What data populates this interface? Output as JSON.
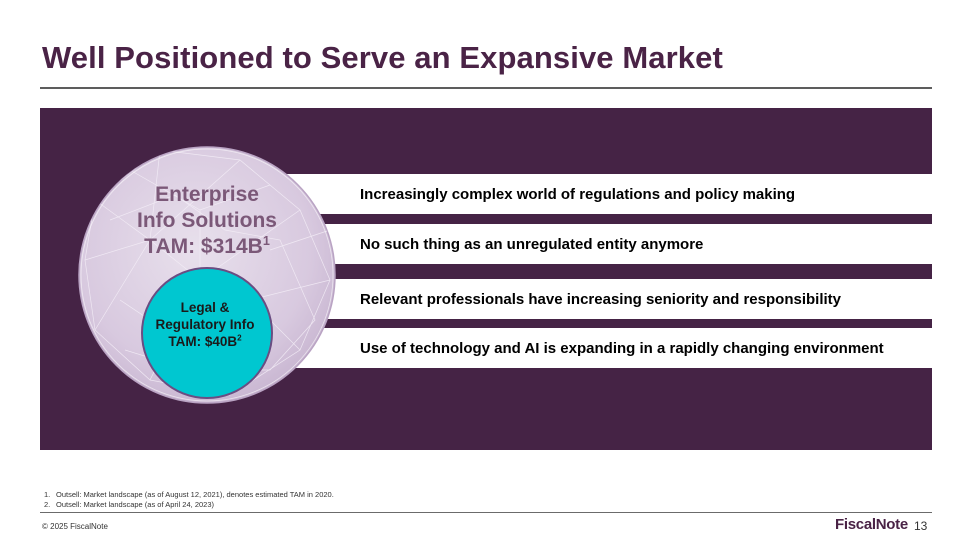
{
  "slide": {
    "title": "Well Positioned to Serve an Expansive Market",
    "page_number": "13"
  },
  "market": {
    "enterprise": {
      "line1": "Enterprise",
      "line2": "Info Solutions",
      "line3": "TAM: $314B",
      "footnote_ref": "1"
    },
    "legal": {
      "line1": "Legal &",
      "line2": "Regulatory Info",
      "line3": "TAM: $40B",
      "footnote_ref": "2"
    }
  },
  "points": [
    "Increasingly complex world of regulations and policy making",
    "No such thing as an unregulated entity anymore",
    "Relevant professionals have increasing seniority and responsibility",
    "Use of technology and AI is expanding in a rapidly changing environment"
  ],
  "footnotes": [
    {
      "num": "1.",
      "text": "Outsell: Market landscape (as of August 12, 2021), denotes estimated TAM in 2020."
    },
    {
      "num": "2.",
      "text": "Outsell: Market landscape (as of April 24, 2023)"
    }
  ],
  "footer": {
    "copyright": "© 2025 FiscalNote",
    "logo_text": "FiscalNote"
  },
  "colors": {
    "brand_purple": "#4a2346",
    "panel": "#452345",
    "outer_circle": "#d9cbe0",
    "inner_circle": "#00c7d0"
  }
}
